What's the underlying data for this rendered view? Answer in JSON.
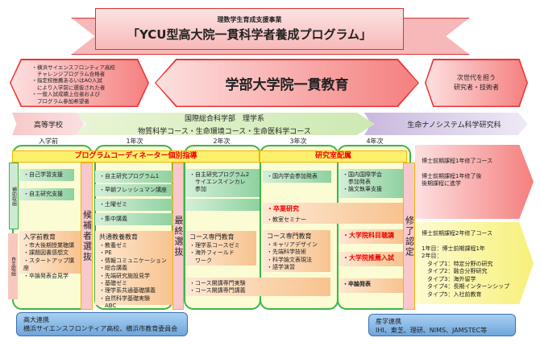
{
  "banner": {
    "subtitle": "理数学生育成支援事業",
    "title": "「YCU型高大院一貫科学者養成プログラム」"
  },
  "hex_left": [
    "・横浜サイエンスフロンティア高校",
    "　チャレンジプログラム合格者",
    "・指定校推薦あるいはAO入試",
    "　により入学前に選抜された者",
    "・一般入試成績上位者および",
    "　プログラム参加希望者"
  ],
  "hex_center": "学部大学院一貫教育",
  "hex_right": [
    "次世代を担う",
    "研究者・技術者"
  ],
  "stages": {
    "high_school": "高等学校",
    "undergrad_line1": "国際総合科学部　理学系",
    "undergrad_line2": "物質科学コース・生命環境コース・生命医科学コース",
    "graduate": "生命ナノシステム科学研究科"
  },
  "years": [
    "入学前",
    "1年次",
    "2年次",
    "3年次",
    "4年次"
  ],
  "headers": {
    "coordinator": "プログラムコーディネーター個別指導",
    "lab": "研究室配属"
  },
  "side_labels": {
    "support": "補助取組",
    "self": "自主取組"
  },
  "selection": {
    "candidate": "候補者選抜",
    "final": "最終選抜",
    "completion": "修了認定"
  },
  "pre": {
    "g1": "・自己学習支援",
    "g2": "・自主研究支援",
    "edu_title": "入学前教育",
    "edu": [
      "・市大後期授業聴講",
      "・課題図書感想文",
      "・スタートアップ講座",
      "・卒論発表会見学"
    ]
  },
  "y1": {
    "g": [
      "・自主研究プログラム1",
      "・早朝フレッシュマン講座",
      "・土曜ゼミ",
      "・集中講義"
    ],
    "edu_title": "共通教養教育",
    "edu": [
      "・教養ゼミ",
      "・PE",
      "・情報コミュニケーション",
      "・総合講義",
      "・先端研究施設見学",
      "・基礎ゼミ",
      "・理学系共通基礎講義",
      "・自然科学基礎実験",
      "　ABC"
    ]
  },
  "y2": {
    "g": [
      "・自主研究プログラム2",
      "　サイエンスインカレ",
      "　参加"
    ],
    "edu_title": "コース専門教育",
    "edu": [
      "・理学系コースゼミ",
      "・海外フィールド",
      "　ワーク"
    ],
    "extra": [
      "・コース開講専門実験",
      "・コース開講専門講義"
    ]
  },
  "y3": {
    "g": "・国内学会参加発表",
    "thesis": "・卒業研究",
    "seminar": "・教室セミナー",
    "edu_title": "コース専門教育",
    "edu": [
      "・キャリアデザイン",
      "・先端科学技術",
      "・科学論文表現法",
      "・語学演習"
    ]
  },
  "y4": {
    "g": [
      "・国内国際学会",
      "　参加発表",
      "・論文執筆支援"
    ],
    "grad_course": "・大学院科目聴講",
    "grad_exam": "・大学院推薦入試",
    "thesis_pres": "・卒論発表"
  },
  "out_top": [
    "博士前期課程1年修了コース",
    "",
    "博士前期課程1年修了後",
    "後期課程に進学"
  ],
  "out_bottom": [
    "博士前期課程2年修了コース",
    "",
    "1年目：博士前期課程1年",
    "2年目：",
    "　タイプ1：特定分野の研究",
    "　タイプ2：融合分野研究",
    "　タイプ3：海外留学",
    "　タイプ4：長期インターンシップ",
    "　タイプ5：入社前教育"
  ],
  "hs_link": {
    "title": "高大連携",
    "body": "横浜サイエンスフロンティア高校、横浜市教育委員会"
  },
  "ind_link": {
    "title": "産学連携",
    "body": "IHI、東芝、理研、NIMS、JAMSTEC等"
  }
}
